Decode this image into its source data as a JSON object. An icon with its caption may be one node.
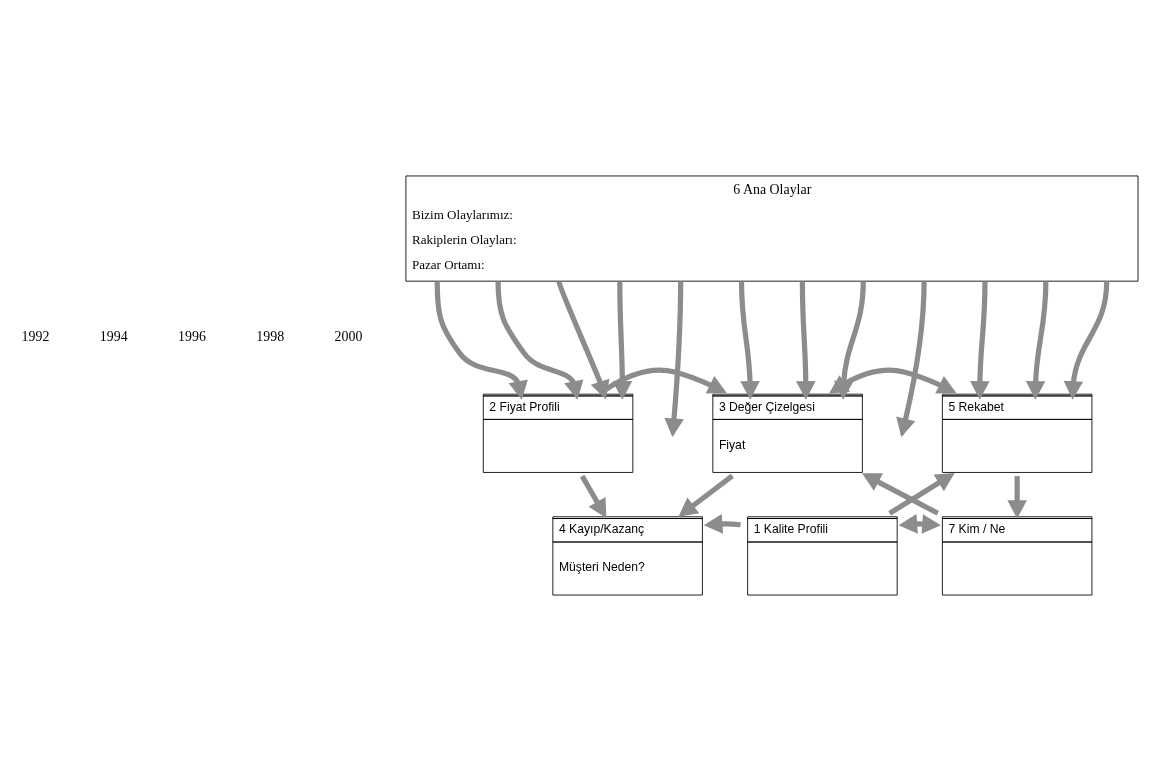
{
  "diagram": {
    "nodes": [
      {
        "text": [
          "6 Ana Olaylar",
          "Bizim Olaylarımız:",
          "Rakiplerin Olayları:",
          "Pazar Ortamı:"
        ]
      },
      {
        "text": [
          "2 Fiyat Profili"
        ]
      },
      {
        "text": [
          "3 Değer Çizelgesi",
          "Fiyat"
        ]
      },
      {
        "text": [
          "5 Rekabet"
        ]
      },
      {
        "text": [
          "4 Kayıp/Kazanç",
          "Müşteri Neden?"
        ]
      },
      {
        "text": [
          "1 Kalite Profili"
        ]
      },
      {
        "text": [
          "7 Kim / Ne"
        ]
      }
    ],
    "edges": [
      {
        "from": 0,
        "to": 1,
        "arrow": "to"
      },
      {
        "from": 0,
        "to": 1,
        "arrow": "to"
      },
      {
        "from": 0,
        "to": 1,
        "arrow": "to"
      },
      {
        "from": 0,
        "to": 1,
        "arrow": "to"
      },
      {
        "from": 0,
        "to": null,
        "arrow": "to"
      },
      {
        "from": 0,
        "to": 2,
        "arrow": "to"
      },
      {
        "from": 0,
        "to": 2,
        "arrow": "to"
      },
      {
        "from": 0,
        "to": 2,
        "arrow": "to"
      },
      {
        "from": 0,
        "to": null,
        "arrow": "to"
      },
      {
        "from": 0,
        "to": 3,
        "arrow": "to"
      },
      {
        "from": 0,
        "to": 3,
        "arrow": "to"
      },
      {
        "from": 0,
        "to": 3,
        "arrow": "to"
      },
      {
        "from": 1,
        "to": 2,
        "arrow": "to"
      },
      {
        "from": 2,
        "to": 3,
        "arrow": "both"
      },
      {
        "from": 1,
        "to": 4,
        "arrow": "to"
      },
      {
        "from": 2,
        "to": 4,
        "arrow": "to"
      },
      {
        "from": 6,
        "to": 2,
        "arrow": "to"
      },
      {
        "from": 5,
        "to": 3,
        "arrow": "to"
      },
      {
        "from": 3,
        "to": 6,
        "arrow": "to"
      },
      {
        "from": 5,
        "to": 4,
        "arrow": "to"
      },
      {
        "from": 5,
        "to": 6,
        "arrow": "both"
      }
    ],
    "labels": [
      "1992",
      "1994",
      "1996",
      "1998",
      "2000"
    ]
  }
}
